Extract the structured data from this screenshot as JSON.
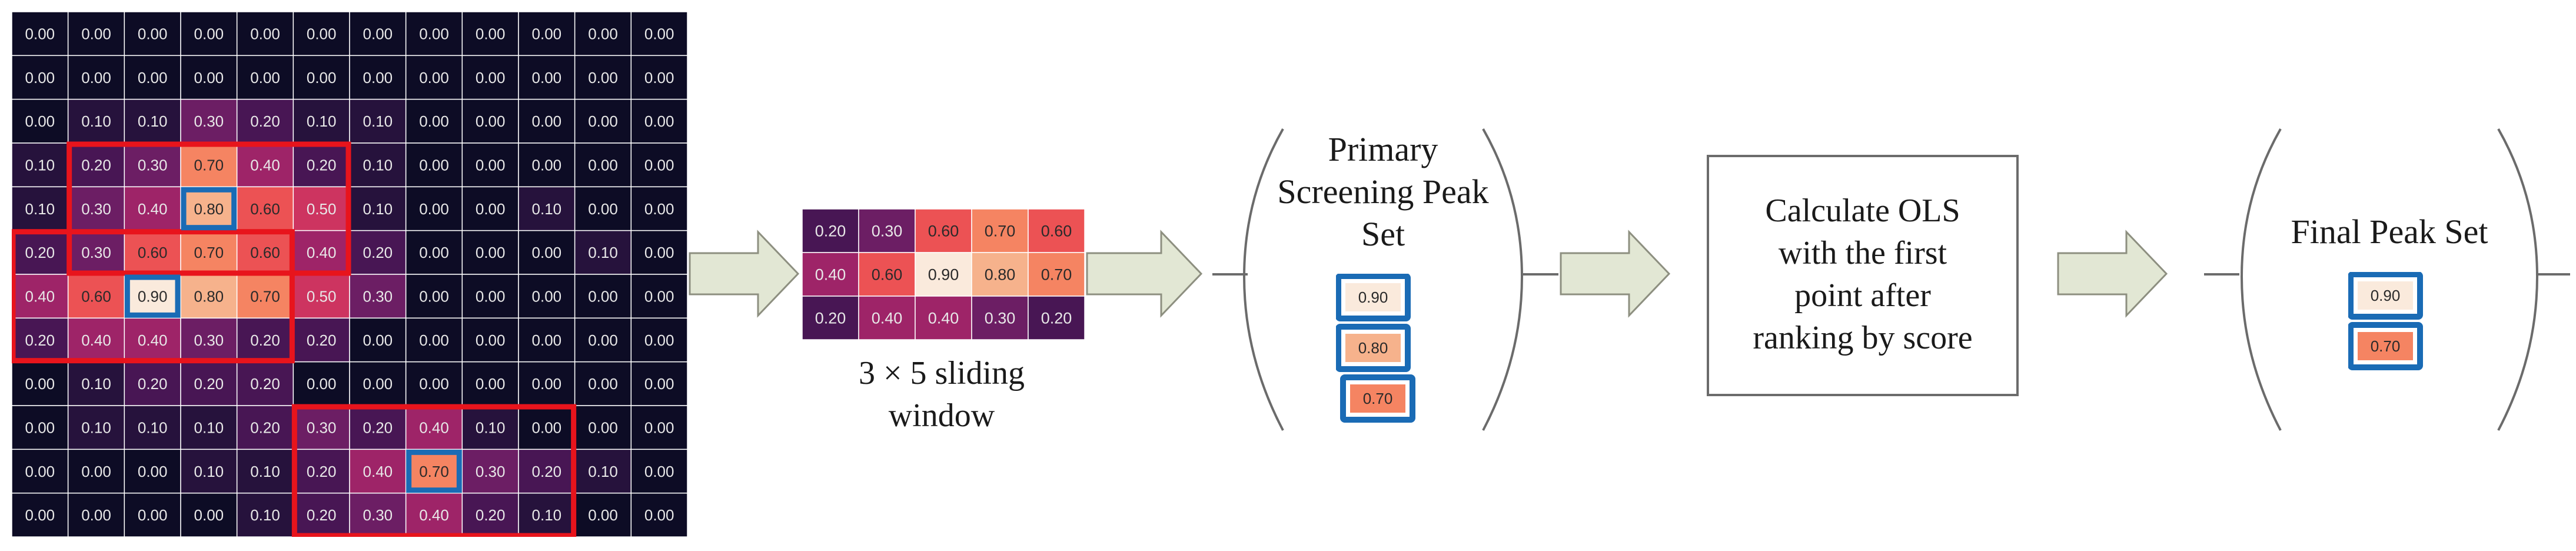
{
  "heatmap": {
    "values": [
      [
        "0.00",
        "0.00",
        "0.00",
        "0.00",
        "0.00",
        "0.00",
        "0.00",
        "0.00",
        "0.00",
        "0.00",
        "0.00",
        "0.00"
      ],
      [
        "0.00",
        "0.00",
        "0.00",
        "0.00",
        "0.00",
        "0.00",
        "0.00",
        "0.00",
        "0.00",
        "0.00",
        "0.00",
        "0.00"
      ],
      [
        "0.00",
        "0.10",
        "0.10",
        "0.30",
        "0.20",
        "0.10",
        "0.10",
        "0.00",
        "0.00",
        "0.00",
        "0.00",
        "0.00"
      ],
      [
        "0.10",
        "0.20",
        "0.30",
        "0.70",
        "0.40",
        "0.20",
        "0.10",
        "0.00",
        "0.00",
        "0.00",
        "0.00",
        "0.00"
      ],
      [
        "0.10",
        "0.30",
        "0.40",
        "0.80",
        "0.60",
        "0.50",
        "0.10",
        "0.00",
        "0.00",
        "0.10",
        "0.00",
        "0.00"
      ],
      [
        "0.20",
        "0.30",
        "0.60",
        "0.70",
        "0.60",
        "0.40",
        "0.20",
        "0.00",
        "0.00",
        "0.00",
        "0.10",
        "0.00"
      ],
      [
        "0.40",
        "0.60",
        "0.90",
        "0.80",
        "0.70",
        "0.50",
        "0.30",
        "0.00",
        "0.00",
        "0.00",
        "0.00",
        "0.00"
      ],
      [
        "0.20",
        "0.40",
        "0.40",
        "0.30",
        "0.20",
        "0.20",
        "0.00",
        "0.00",
        "0.00",
        "0.00",
        "0.00",
        "0.00"
      ],
      [
        "0.00",
        "0.10",
        "0.20",
        "0.20",
        "0.20",
        "0.00",
        "0.00",
        "0.00",
        "0.00",
        "0.00",
        "0.00",
        "0.00"
      ],
      [
        "0.00",
        "0.10",
        "0.10",
        "0.10",
        "0.20",
        "0.30",
        "0.20",
        "0.40",
        "0.10",
        "0.00",
        "0.00",
        "0.00"
      ],
      [
        "0.00",
        "0.00",
        "0.00",
        "0.10",
        "0.10",
        "0.20",
        "0.40",
        "0.70",
        "0.30",
        "0.20",
        "0.10",
        "0.00"
      ],
      [
        "0.00",
        "0.00",
        "0.00",
        "0.00",
        "0.10",
        "0.20",
        "0.30",
        "0.40",
        "0.20",
        "0.10",
        "0.00",
        "0.00"
      ]
    ],
    "red_windows": [
      {
        "row": 3,
        "col": 1,
        "rows": 3,
        "cols": 5
      },
      {
        "row": 5,
        "col": 0,
        "rows": 3,
        "cols": 5
      },
      {
        "row": 9,
        "col": 5,
        "rows": 3,
        "cols": 5
      }
    ],
    "blue_peaks": [
      {
        "row": 4,
        "col": 3
      },
      {
        "row": 6,
        "col": 2
      },
      {
        "row": 10,
        "col": 7
      }
    ]
  },
  "window": {
    "values": [
      [
        "0.20",
        "0.30",
        "0.60",
        "0.70",
        "0.60"
      ],
      [
        "0.40",
        "0.60",
        "0.90",
        "0.80",
        "0.70"
      ],
      [
        "0.20",
        "0.40",
        "0.40",
        "0.30",
        "0.20"
      ]
    ],
    "caption_line1": "3 × 5 sliding",
    "caption_line2": "window"
  },
  "primary": {
    "label_line1": "Primary",
    "label_line2": "Screening Peak",
    "label_line3": "Set",
    "peaks": [
      "0.90",
      "0.80",
      "0.70"
    ]
  },
  "ols": {
    "line1": "Calculate OLS",
    "line2": "with the first",
    "line3": "point after",
    "line4": "ranking by score"
  },
  "final": {
    "label": "Final Peak Set",
    "peaks": [
      "0.90",
      "0.70"
    ]
  },
  "colors": {
    "cell_0": "#0d0c25",
    "red_window": "#e8141c",
    "blue_peak": "#1a6bb5",
    "arrow_fill": "#e2e7d4",
    "arrow_stroke": "#8d8f80"
  }
}
